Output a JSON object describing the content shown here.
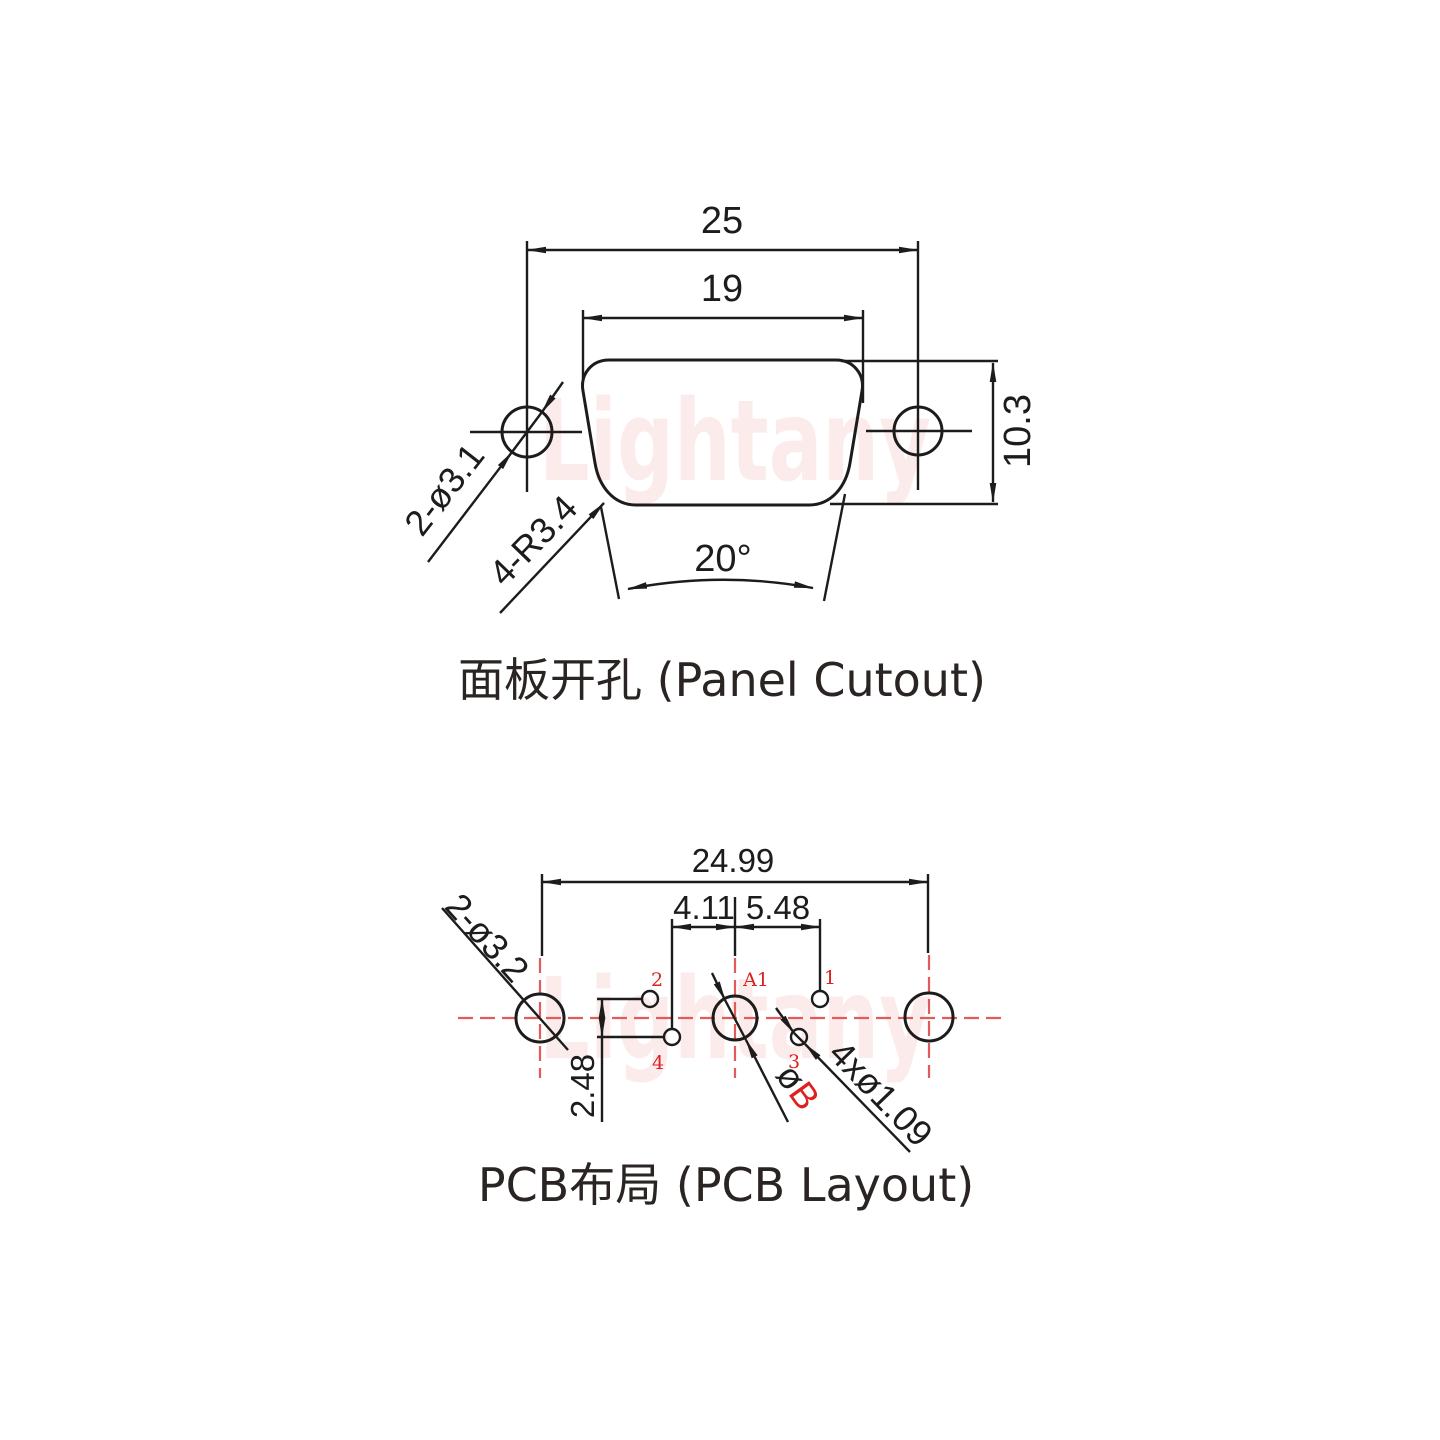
{
  "colors": {
    "line": "#1c1c1c",
    "red_label": "#dd2020",
    "centerline": "#e25b5b",
    "watermark": "#fadcdc"
  },
  "watermark": {
    "text": "Lightany"
  },
  "panel_cutout": {
    "title": "面板开孔 (Panel Cutout)",
    "dim_width_outer": "25",
    "dim_width_inner": "19",
    "dim_height": "10.3",
    "dim_angle": "20°",
    "label_mount_holes": "2-ø3.1",
    "label_corner_radius": "4-R3.4"
  },
  "pcb_layout": {
    "title": "PCB布局 (PCB Layout)",
    "dim_width": "24.99",
    "dim_pitch_left": "4.11",
    "dim_pitch_right": "5.48",
    "dim_row_offset": "2.48",
    "label_mount_holes": "2-ø3.2",
    "label_coax_diameter_symbol": "ø",
    "label_coax_diameter_value": "B",
    "label_signal_holes": "4xø1.09",
    "pins": {
      "a1": "A1",
      "p1": "1",
      "p2": "2",
      "p3": "3",
      "p4": "4"
    }
  }
}
